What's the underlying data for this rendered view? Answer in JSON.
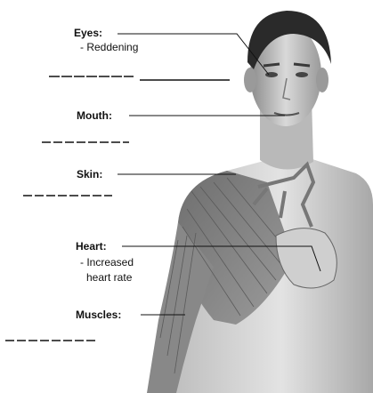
{
  "labels": {
    "eyes": {
      "title": "Eyes:",
      "notes": [
        "- Reddening"
      ]
    },
    "mouth": {
      "title": "Mouth:"
    },
    "skin": {
      "title": "Skin:"
    },
    "heart": {
      "title": "Heart:",
      "notes": [
        "- Increased",
        "heart rate"
      ]
    },
    "muscles": {
      "title": "Muscles:"
    }
  }
}
